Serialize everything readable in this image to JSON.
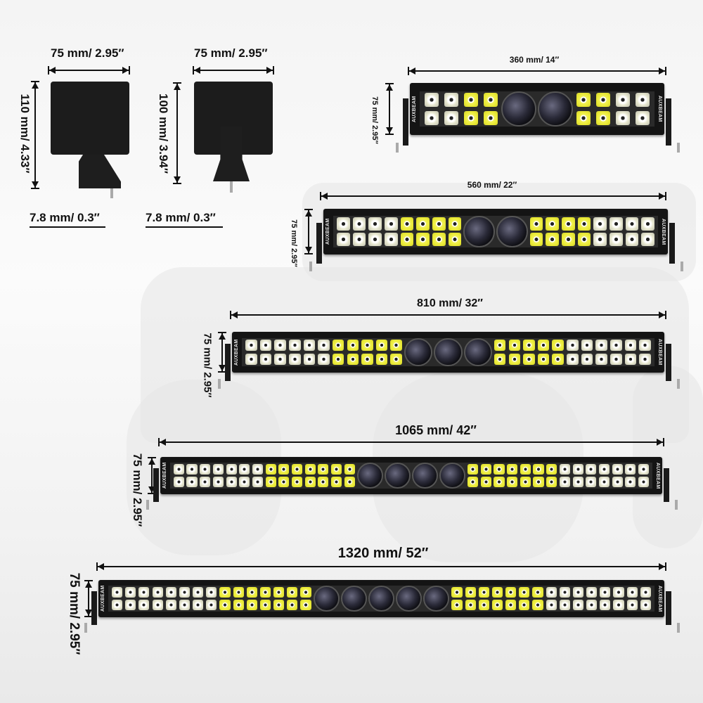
{
  "brand": "AUXBEAM",
  "cube_lights": [
    {
      "width": "75 mm/ 2.95″",
      "height": "110 mm/ 4.33″",
      "bolt": "7.8 mm/ 0.3″"
    },
    {
      "width": "75 mm/ 2.95″",
      "height": "100 mm/ 3.94″",
      "bolt": "7.8 mm/ 0.3″"
    }
  ],
  "light_bars": [
    {
      "length": "360 mm/ 14″",
      "height": "75 mm/ 2.95″",
      "lenses": 2
    },
    {
      "length": "560 mm/ 22″",
      "height": "75 mm/ 2.95″",
      "lenses": 2
    },
    {
      "length": "810 mm/ 32″",
      "height": "75 mm/ 2.95″",
      "lenses": 3
    },
    {
      "length": "1065 mm/ 42″",
      "height": "75 mm/ 2.95″",
      "lenses": 4
    },
    {
      "length": "1320 mm/ 52″",
      "height": "75 mm/ 2.95″",
      "lenses": 5
    }
  ],
  "colors": {
    "led_yellow": "#e8e830",
    "housing": "#141414",
    "background": "#f4f4f4"
  }
}
